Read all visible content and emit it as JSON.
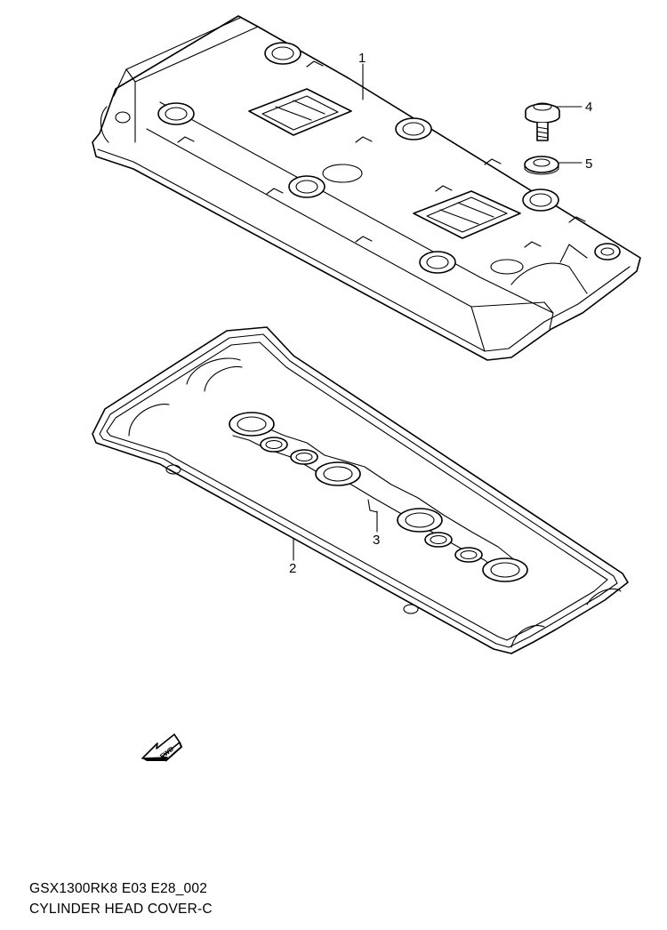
{
  "callouts": {
    "part1": "1",
    "part2": "2",
    "part3": "3",
    "part4": "4",
    "part5": "5"
  },
  "fwd_label": "FWD",
  "caption": {
    "model_code": "GSX1300RK8 E03 E28_002",
    "title": "CYLINDER HEAD COVER-C"
  }
}
